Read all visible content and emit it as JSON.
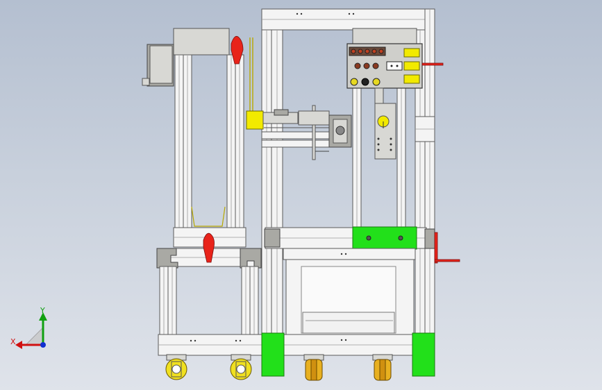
{
  "viewport": {
    "background_top": "#b4bfd0",
    "background_bottom": "#dfe3ea"
  },
  "colors": {
    "frame": "#f4f4f4",
    "frame_edge": "#5a5a5a",
    "accent_green": "#22e01a",
    "accent_yellow": "#f2ea00",
    "handle_red": "#e8231a",
    "panel_gray": "#d8d8d4"
  },
  "axis_triad": {
    "x_label": "X",
    "y_label": "Y",
    "x_color": "#d01010",
    "y_color": "#10a010",
    "z_color": "#1030d0"
  },
  "control_panel": {
    "indicator_count": 5,
    "knob_count": 3,
    "display_count": 3,
    "icon": "control-panel-icon"
  },
  "casters": {
    "count": 4
  }
}
